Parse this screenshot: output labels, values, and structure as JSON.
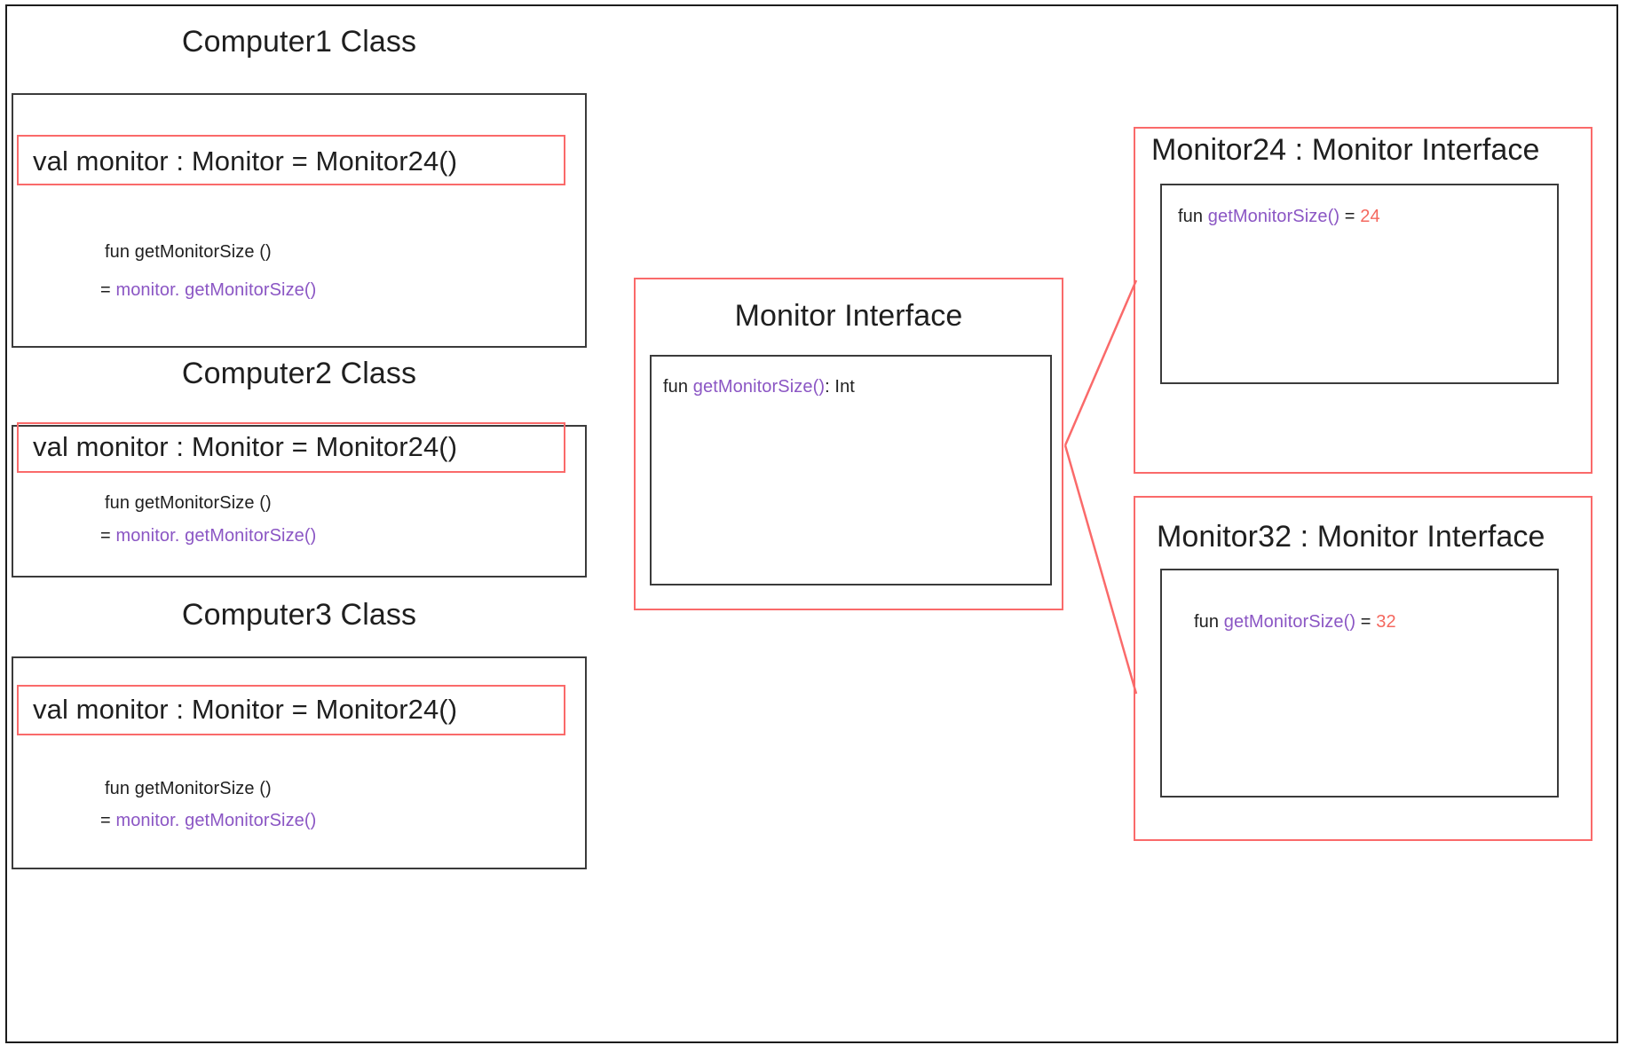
{
  "diagram": {
    "title": "Kotlin interface / dependency class diagram",
    "colors": {
      "frame_black": "#1c1c1c",
      "box_black": "#3b3b3b",
      "box_red": "#fa6a6a",
      "text_dark": "#1f1f1f",
      "text_purple": "#8b56c4",
      "text_number_red": "#f4685f",
      "background": "#ffffff"
    }
  },
  "computer_classes": [
    {
      "title": "Computer1 Class",
      "property": "val monitor : Monitor = Monitor24()",
      "method_signature": "fun getMonitorSize ()",
      "method_body_eq": "=",
      "method_body_receiver": "monitor",
      "method_body_dot": ".",
      "method_body_call": "getMonitorSize()"
    },
    {
      "title": "Computer2 Class",
      "property": "val monitor : Monitor = Monitor24()",
      "method_signature": "fun getMonitorSize ()",
      "method_body_eq": "=",
      "method_body_receiver": "monitor",
      "method_body_dot": ".",
      "method_body_call": "getMonitorSize()"
    },
    {
      "title": "Computer3 Class",
      "property": "val monitor : Monitor = Monitor24()",
      "method_signature": "fun getMonitorSize ()",
      "method_body_eq": "=",
      "method_body_receiver": "monitor",
      "method_body_dot": ".",
      "method_body_call": "getMonitorSize()"
    }
  ],
  "interface": {
    "title": "Monitor Interface",
    "member_kw": "fun",
    "member_fn": "getMonitorSize()",
    "member_type": ": Int"
  },
  "implementations": [
    {
      "title": "Monitor24 : Monitor Interface",
      "member_kw": "fun",
      "member_fn": "getMonitorSize()",
      "member_eq": "=",
      "member_value": "24"
    },
    {
      "title": "Monitor32 : Monitor Interface",
      "member_kw": "fun",
      "member_fn": "getMonitorSize()",
      "member_eq": "=",
      "member_value": "32"
    }
  ]
}
